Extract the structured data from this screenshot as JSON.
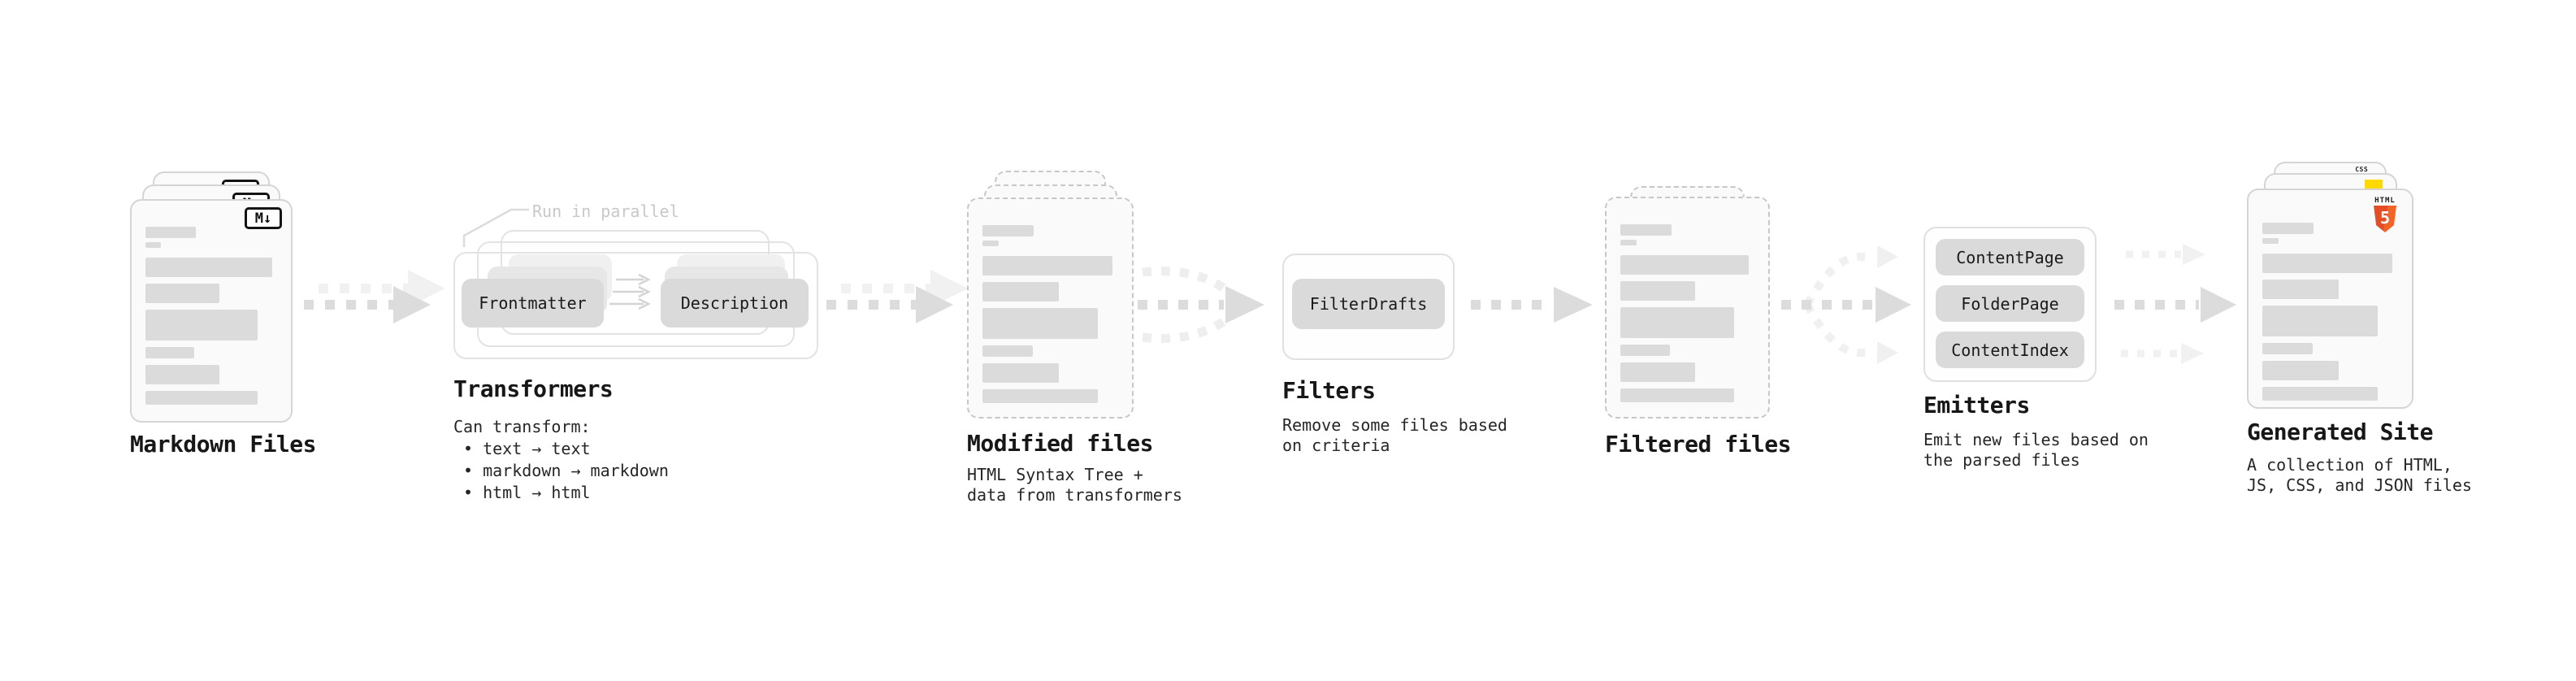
{
  "stages": {
    "markdown": {
      "title": "Markdown Files"
    },
    "transformers": {
      "title": "Transformers",
      "note": "Run in parallel",
      "pill_from": "Frontmatter",
      "pill_to": "Description",
      "desc_heading": "Can transform:",
      "bullets": [
        "• text → text",
        "• markdown → markdown",
        "• html → html"
      ]
    },
    "modified": {
      "title": "Modified files",
      "desc": [
        "HTML Syntax Tree +",
        "data from transformers"
      ]
    },
    "filters": {
      "title": "Filters",
      "pill": "FilterDrafts",
      "desc": [
        "Remove some files based",
        "on criteria"
      ]
    },
    "filtered": {
      "title": "Filtered files"
    },
    "emitters": {
      "title": "Emitters",
      "pills": [
        "ContentPage",
        "FolderPage",
        "ContentIndex"
      ],
      "desc": [
        "Emit new files based on",
        "the parsed files"
      ]
    },
    "generated": {
      "title": "Generated Site",
      "desc": [
        "A collection of HTML,",
        "JS, CSS, and JSON files"
      ]
    }
  },
  "icons": {
    "markdown": "M↓",
    "html5_label": "HTML",
    "html5_number": "5",
    "css": "CSS"
  },
  "colors": {
    "html5_orange": "#e44d26",
    "js_yellow": "#ffd900",
    "css_blue": "#2a6df4",
    "bar_gray": "#dbdbdb"
  }
}
